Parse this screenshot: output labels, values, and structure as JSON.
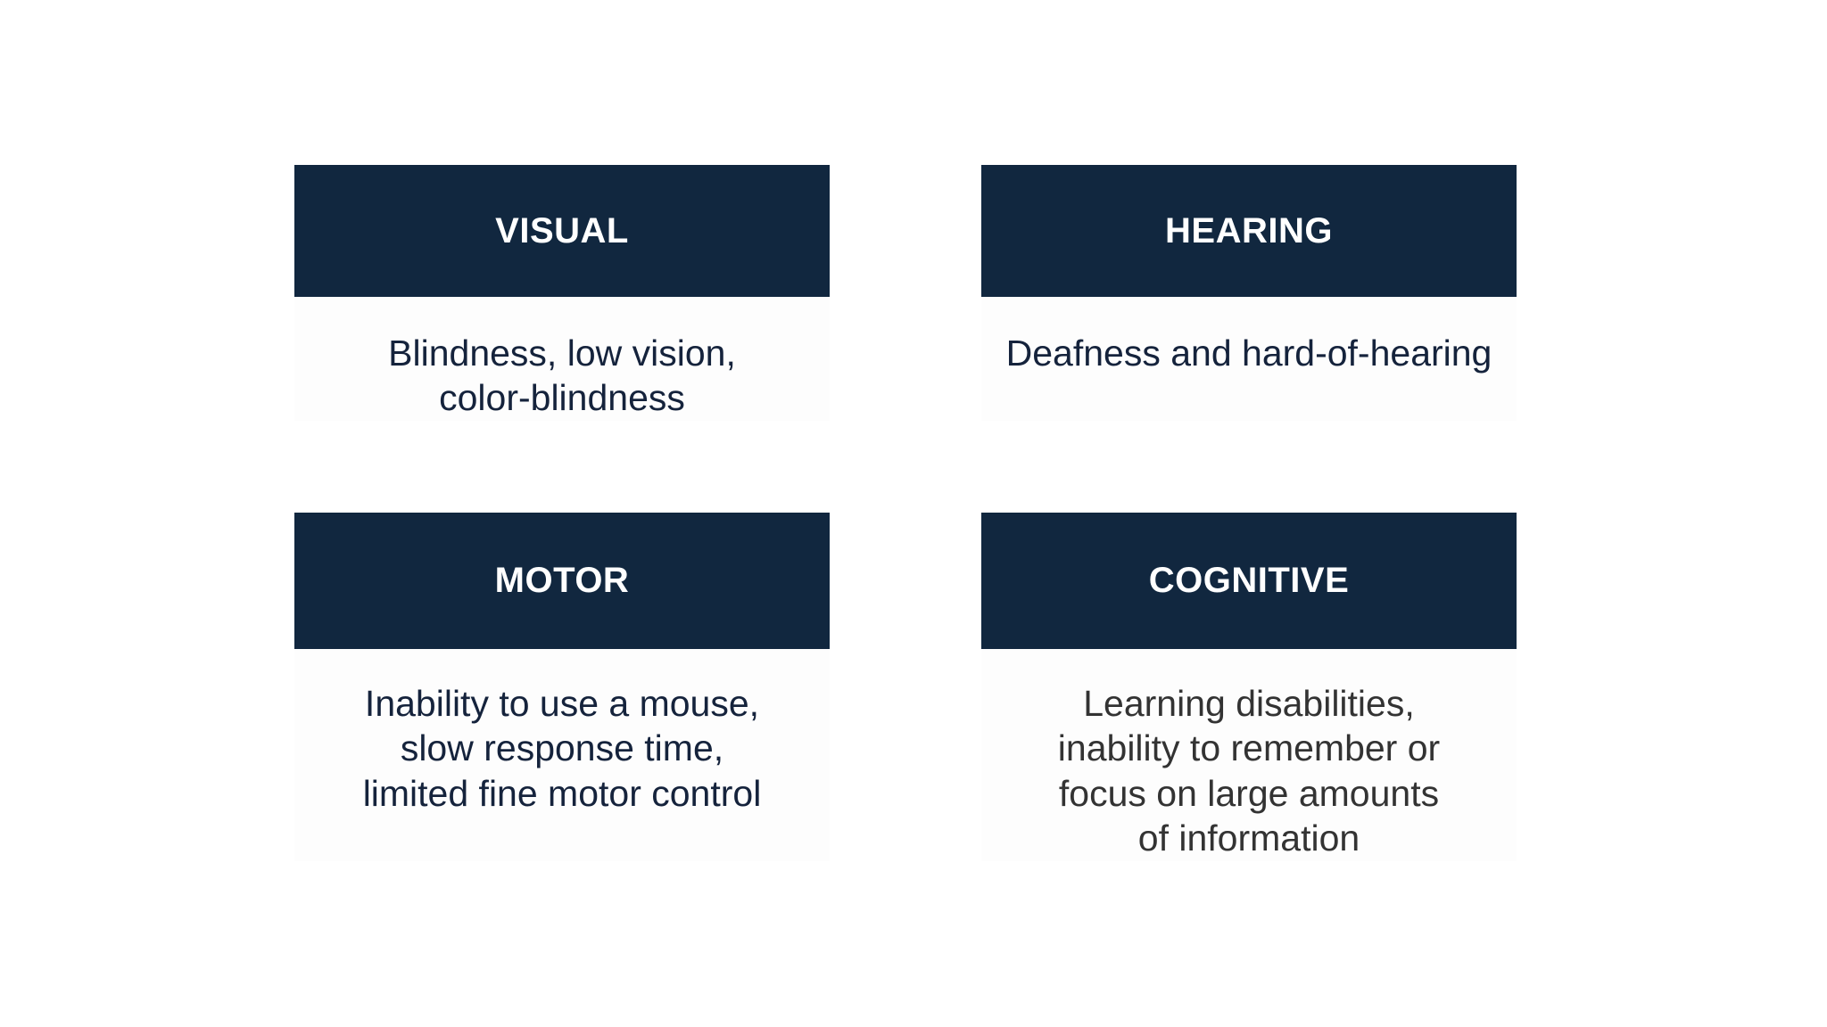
{
  "theme": {
    "background": "#ffffff",
    "header_bar_color": "#11273f",
    "header_text_color": "#ffffff",
    "body_text_navy": "#15233c",
    "body_text_gray": "#333333"
  },
  "cards": [
    {
      "id": "visual",
      "title": "VISUAL",
      "description": "Blindness, low vision,\ncolor-blindness",
      "text_color": "#15233c"
    },
    {
      "id": "hearing",
      "title": "HEARING",
      "description": "Deafness and hard-of-hearing",
      "text_color": "#15233c"
    },
    {
      "id": "motor",
      "title": "MOTOR",
      "description": "Inability to use a mouse,\nslow response time,\nlimited fine motor control",
      "text_color": "#15233c"
    },
    {
      "id": "cognitive",
      "title": "COGNITIVE",
      "description": "Learning disabilities,\ninability to remember or\nfocus on large amounts\nof information",
      "text_color": "#333333"
    }
  ]
}
